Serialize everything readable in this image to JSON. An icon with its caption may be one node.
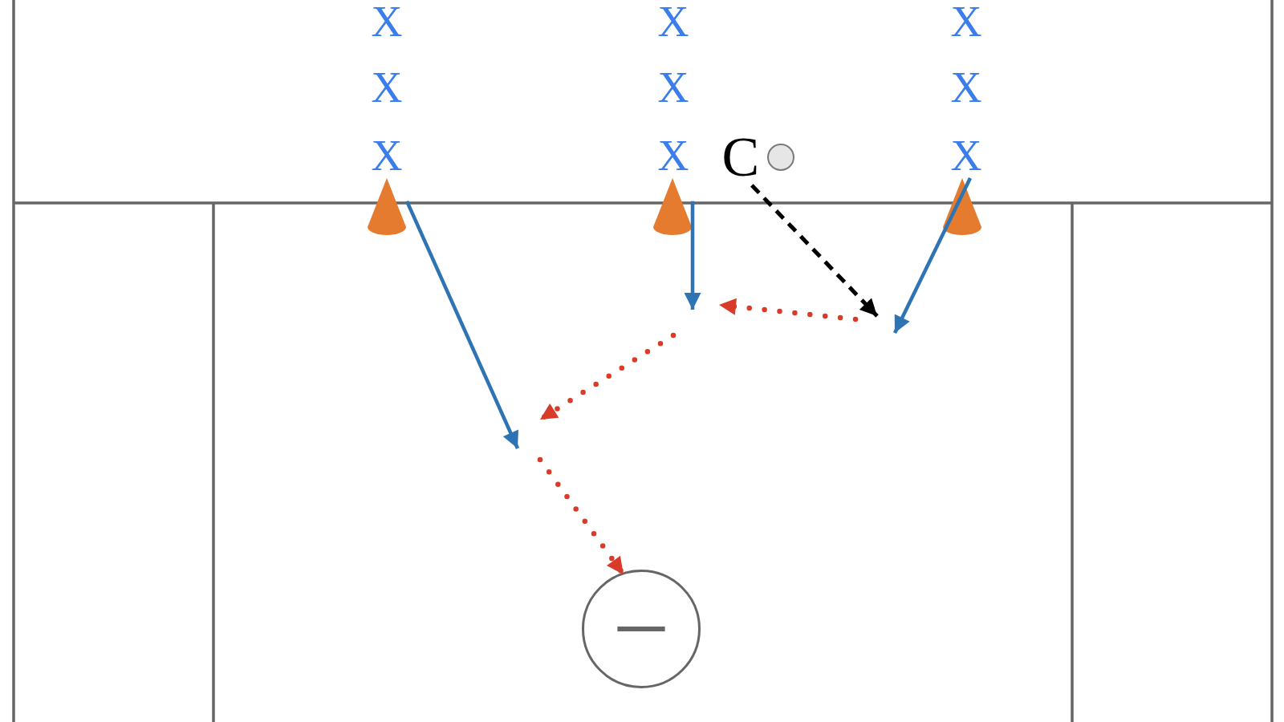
{
  "diagram": {
    "nodes": [
      {
        "text": [
          "X"
        ]
      },
      {
        "text": [
          "X"
        ]
      },
      {
        "text": [
          "X"
        ]
      },
      {
        "text": [
          "X"
        ]
      },
      {
        "text": [
          "X"
        ]
      },
      {
        "text": [
          "X"
        ]
      },
      {
        "text": [
          "X"
        ]
      },
      {
        "text": [
          "X"
        ]
      },
      {
        "text": [
          "C"
        ]
      },
      {
        "text": [],
        "shape": "circle"
      },
      {
        "text": [
          "X"
        ]
      },
      {
        "text": [],
        "shape": "cone"
      },
      {
        "text": [],
        "shape": "cone"
      },
      {
        "text": [],
        "shape": "cone"
      },
      {
        "text": [],
        "shape": "circle"
      }
    ],
    "edges": [
      {
        "from": 11,
        "to": null,
        "arrow": "to",
        "color": "#2e74b5"
      },
      {
        "from": 12,
        "to": null,
        "arrow": "to",
        "color": "#2e74b5"
      },
      {
        "from": 13,
        "to": null,
        "arrow": "to",
        "color": "#2e74b5"
      },
      {
        "from": 8,
        "to": null,
        "arrow": "to",
        "style": "dashed",
        "color": "#000000"
      },
      {
        "from": null,
        "to": 14,
        "arrow": "to",
        "style": "dashed",
        "color": "#d83b27"
      }
    ]
  }
}
